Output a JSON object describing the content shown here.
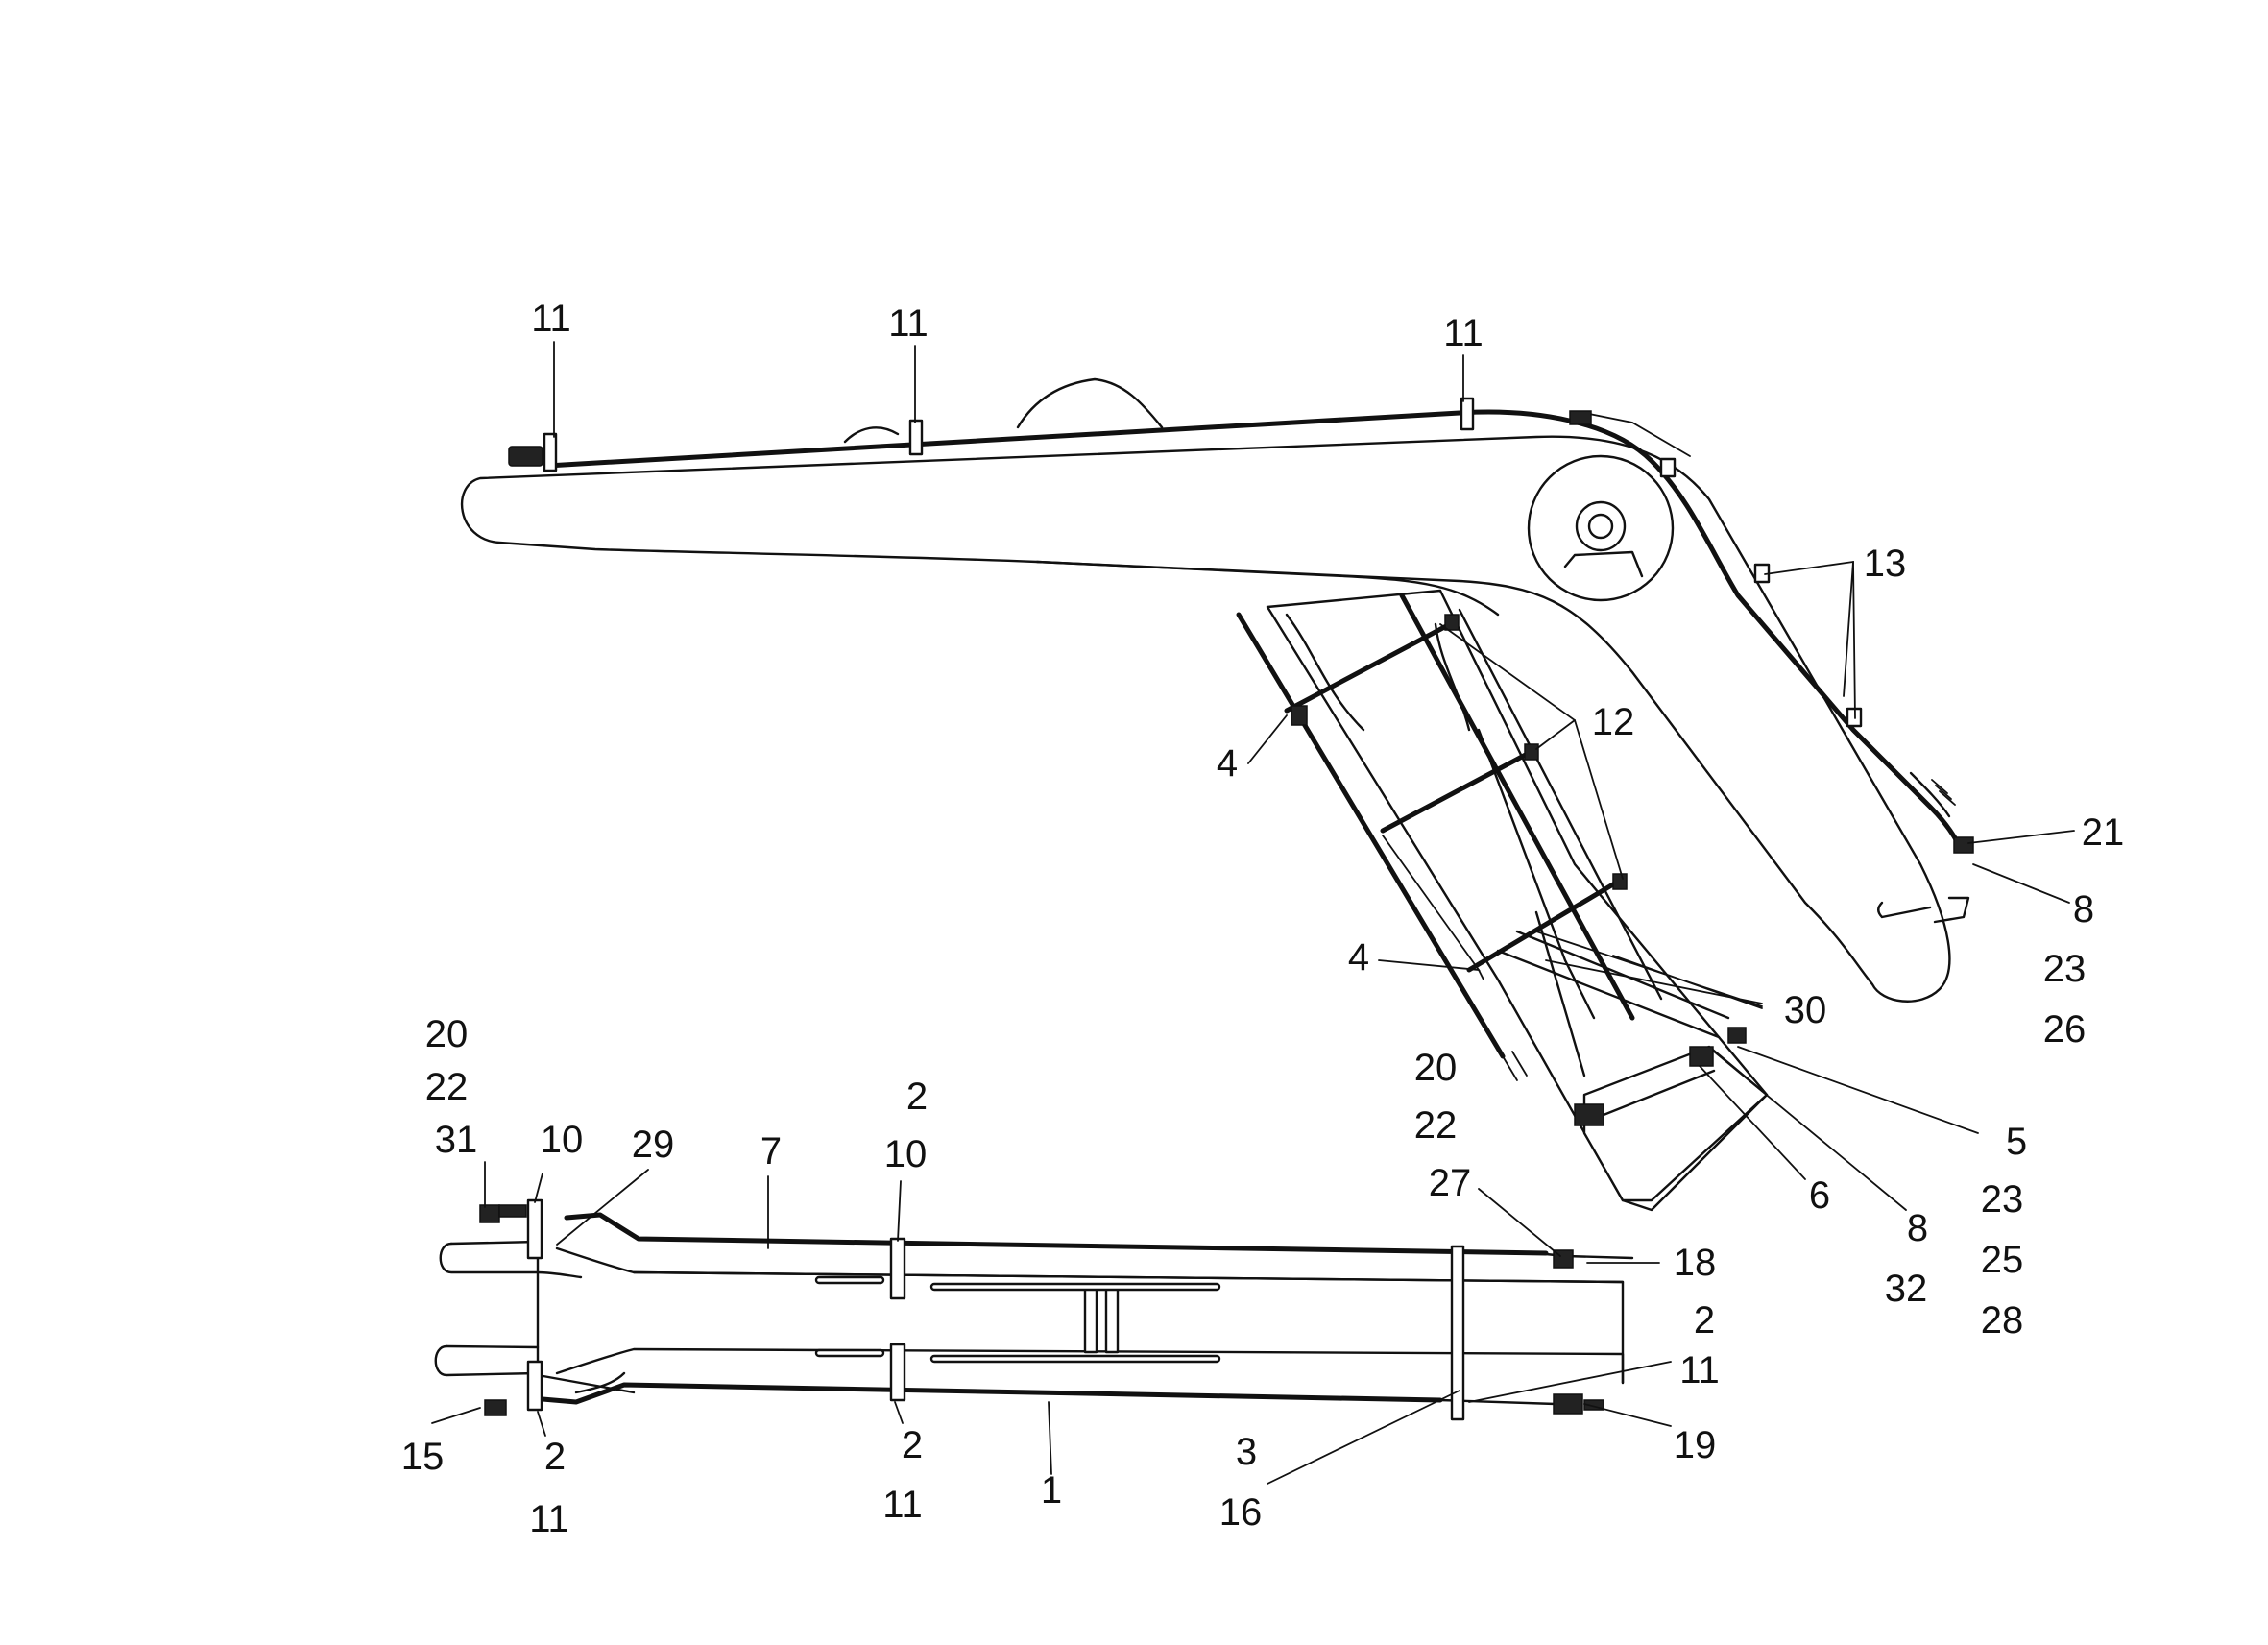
{
  "callouts": [
    "11",
    "11",
    "11",
    "13",
    "12",
    "4",
    "4",
    "21",
    "8",
    "23",
    "26",
    "30",
    "5",
    "23",
    "25",
    "28",
    "6",
    "8",
    "32",
    "20",
    "22",
    "31",
    "10",
    "29",
    "7",
    "2",
    "10",
    "20",
    "22",
    "27",
    "18",
    "2",
    "11",
    "19",
    "15",
    "2",
    "11",
    "2",
    "11",
    "1",
    "3",
    "16"
  ]
}
